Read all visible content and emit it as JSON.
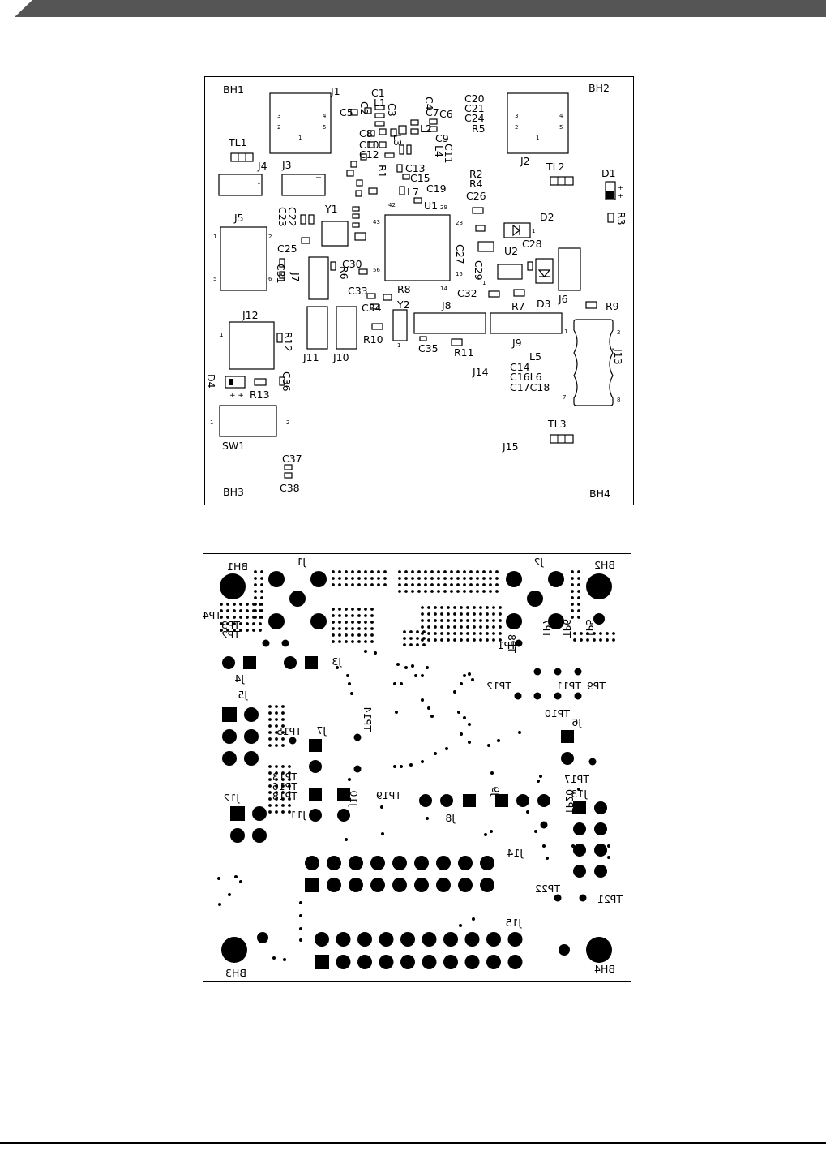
{
  "header": {
    "band_color": "#555555"
  },
  "top_board": {
    "labels": {
      "BH1": "BH1",
      "BH2": "BH2",
      "BH3": "BH3",
      "BH4": "BH4",
      "J1": "J1",
      "J2": "J2",
      "J3": "J3",
      "J4": "J4",
      "J5": "J5",
      "J6": "J6",
      "J7": "J7",
      "J8": "J8",
      "J9": "J9",
      "J10": "J10",
      "J11": "J11",
      "J12": "J12",
      "J13": "J13",
      "J14": "J14",
      "J15": "J15",
      "TL1": "TL1",
      "TL2": "TL2",
      "TL3": "TL3",
      "D1": "D1",
      "D2": "D2",
      "D3": "D3",
      "D4": "D4",
      "Y1": "Y1",
      "Y2": "Y2",
      "U1": "U1",
      "U2": "U2",
      "SW1": "SW1",
      "C1": "C1",
      "C2": "C2",
      "C3": "C3",
      "C4": "C4",
      "C5": "C5",
      "C6": "C6",
      "C7": "C7",
      "C8": "C8",
      "C9": "C9",
      "C10": "C10",
      "C11": "C11",
      "C12": "C12",
      "C13": "C13",
      "C15": "C15",
      "C19": "C19",
      "C20": "C20",
      "C21": "C21",
      "C24": "C24",
      "C22": "C22",
      "C23": "C23",
      "C25": "C25",
      "C26": "C26",
      "C27": "C27",
      "C28": "C28",
      "C29": "C29",
      "C30": "C30",
      "C31": "C31",
      "C32": "C32",
      "C33": "C33",
      "C34": "C34",
      "C35": "C35",
      "C36": "C36",
      "C37": "C37",
      "C38": "C38",
      "C14": "C14",
      "C16L6": "C16L6",
      "C17C18": "C17C18",
      "L1": "L1",
      "L2": "L2",
      "L3": "L3",
      "L4": "L4",
      "L5": "L5",
      "L7": "L7",
      "R1": "R1",
      "R2": "R2",
      "R4": "R4",
      "R3": "R3",
      "R5": "R5",
      "R6": "R6",
      "R7": "R7",
      "R8": "R8",
      "R9": "R9",
      "R10": "R10",
      "R11": "R11",
      "R12": "R12",
      "R13": "R13"
    },
    "pins": {
      "p1": "1",
      "p2": "2",
      "p3": "3",
      "p4": "4",
      "p5": "5",
      "p6": "6",
      "p7": "7",
      "p8": "8",
      "p14": "14",
      "p15": "15",
      "p28": "28",
      "p29": "29",
      "p42": "42",
      "p43": "43",
      "p56": "56"
    }
  },
  "bottom_board": {
    "labels": {
      "BH1": "BH1",
      "BH2": "BH2",
      "BH3": "BH3",
      "BH4": "BH4",
      "J1": "J1",
      "J2": "J2",
      "J3": "J3",
      "J4": "J4",
      "J5": "J5",
      "J6": "J6",
      "J7": "J7",
      "J8": "J8",
      "J9": "J9",
      "J10": "J10",
      "J11": "J11",
      "J12": "J12",
      "J13": "J13",
      "J14": "J14",
      "J15": "J15",
      "TP1": "TP1",
      "TP2": "TP2",
      "TP3": "TP3",
      "TP4": "TP4",
      "TP5": "TP5",
      "TP6": "TP6",
      "TP7": "TP7",
      "TP8": "TP8",
      "TP9": "TP9",
      "TP10": "TP10",
      "TP11": "TP11",
      "TP12": "TP12",
      "TP13": "TP13",
      "TP14": "TP14",
      "TP15": "TP15",
      "TP16": "TP16",
      "TP17": "TP17",
      "TP18": "TP18",
      "TP19": "TP19",
      "TP20": "TP20",
      "TP21": "TP21",
      "TP22": "TP22"
    }
  }
}
